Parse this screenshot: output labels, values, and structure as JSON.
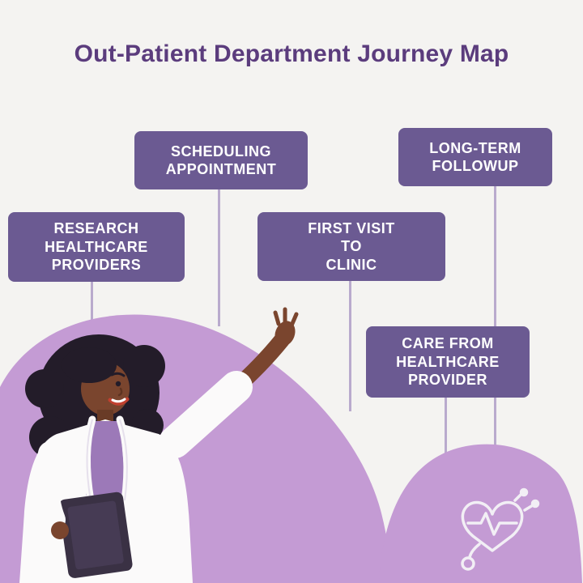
{
  "title": "Out-Patient Department Journey Map",
  "steps": [
    {
      "id": "research",
      "label": "RESEARCH\nHEALTHCARE\nPROVIDERS"
    },
    {
      "id": "scheduling",
      "label": "SCHEDULING\nAPPOINTMENT"
    },
    {
      "id": "first-visit",
      "label": "FIRST VISIT\nTO\nCLINIC"
    },
    {
      "id": "care",
      "label": "CARE FROM\nHEALTHCARE\nPROVIDER"
    },
    {
      "id": "followup",
      "label": "LONG-TERM\nFOLLOWUP"
    }
  ],
  "icons": {
    "stethoscope": "stethoscope-heart-icon",
    "illustration": "doctor-waving-illustration"
  },
  "colors": {
    "background": "#f4f3f1",
    "title_text": "#5b3c7d",
    "step_box": "#6b5a92",
    "step_text": "#ffffff",
    "connector": "#b9aacd",
    "blob": "#c49bd4",
    "icon_stroke": "#f2eff5"
  }
}
